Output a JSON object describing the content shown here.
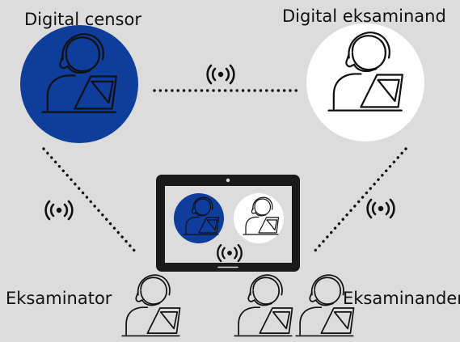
{
  "labels": {
    "digital_censor": "Digital censor",
    "digital_examinee": "Digital eksaminand",
    "examiner": "Eksaminator",
    "examinees": "Eksaminander"
  },
  "icons": {
    "person": "headset-person-with-laptop-icon",
    "signal": "wireless-signal-icon",
    "tablet": "tablet-device-icon"
  },
  "colors": {
    "background": "#dcdcdc",
    "censor_circle": "#0f3d9c",
    "examinee_circle": "#ffffff",
    "line": "#111111"
  }
}
